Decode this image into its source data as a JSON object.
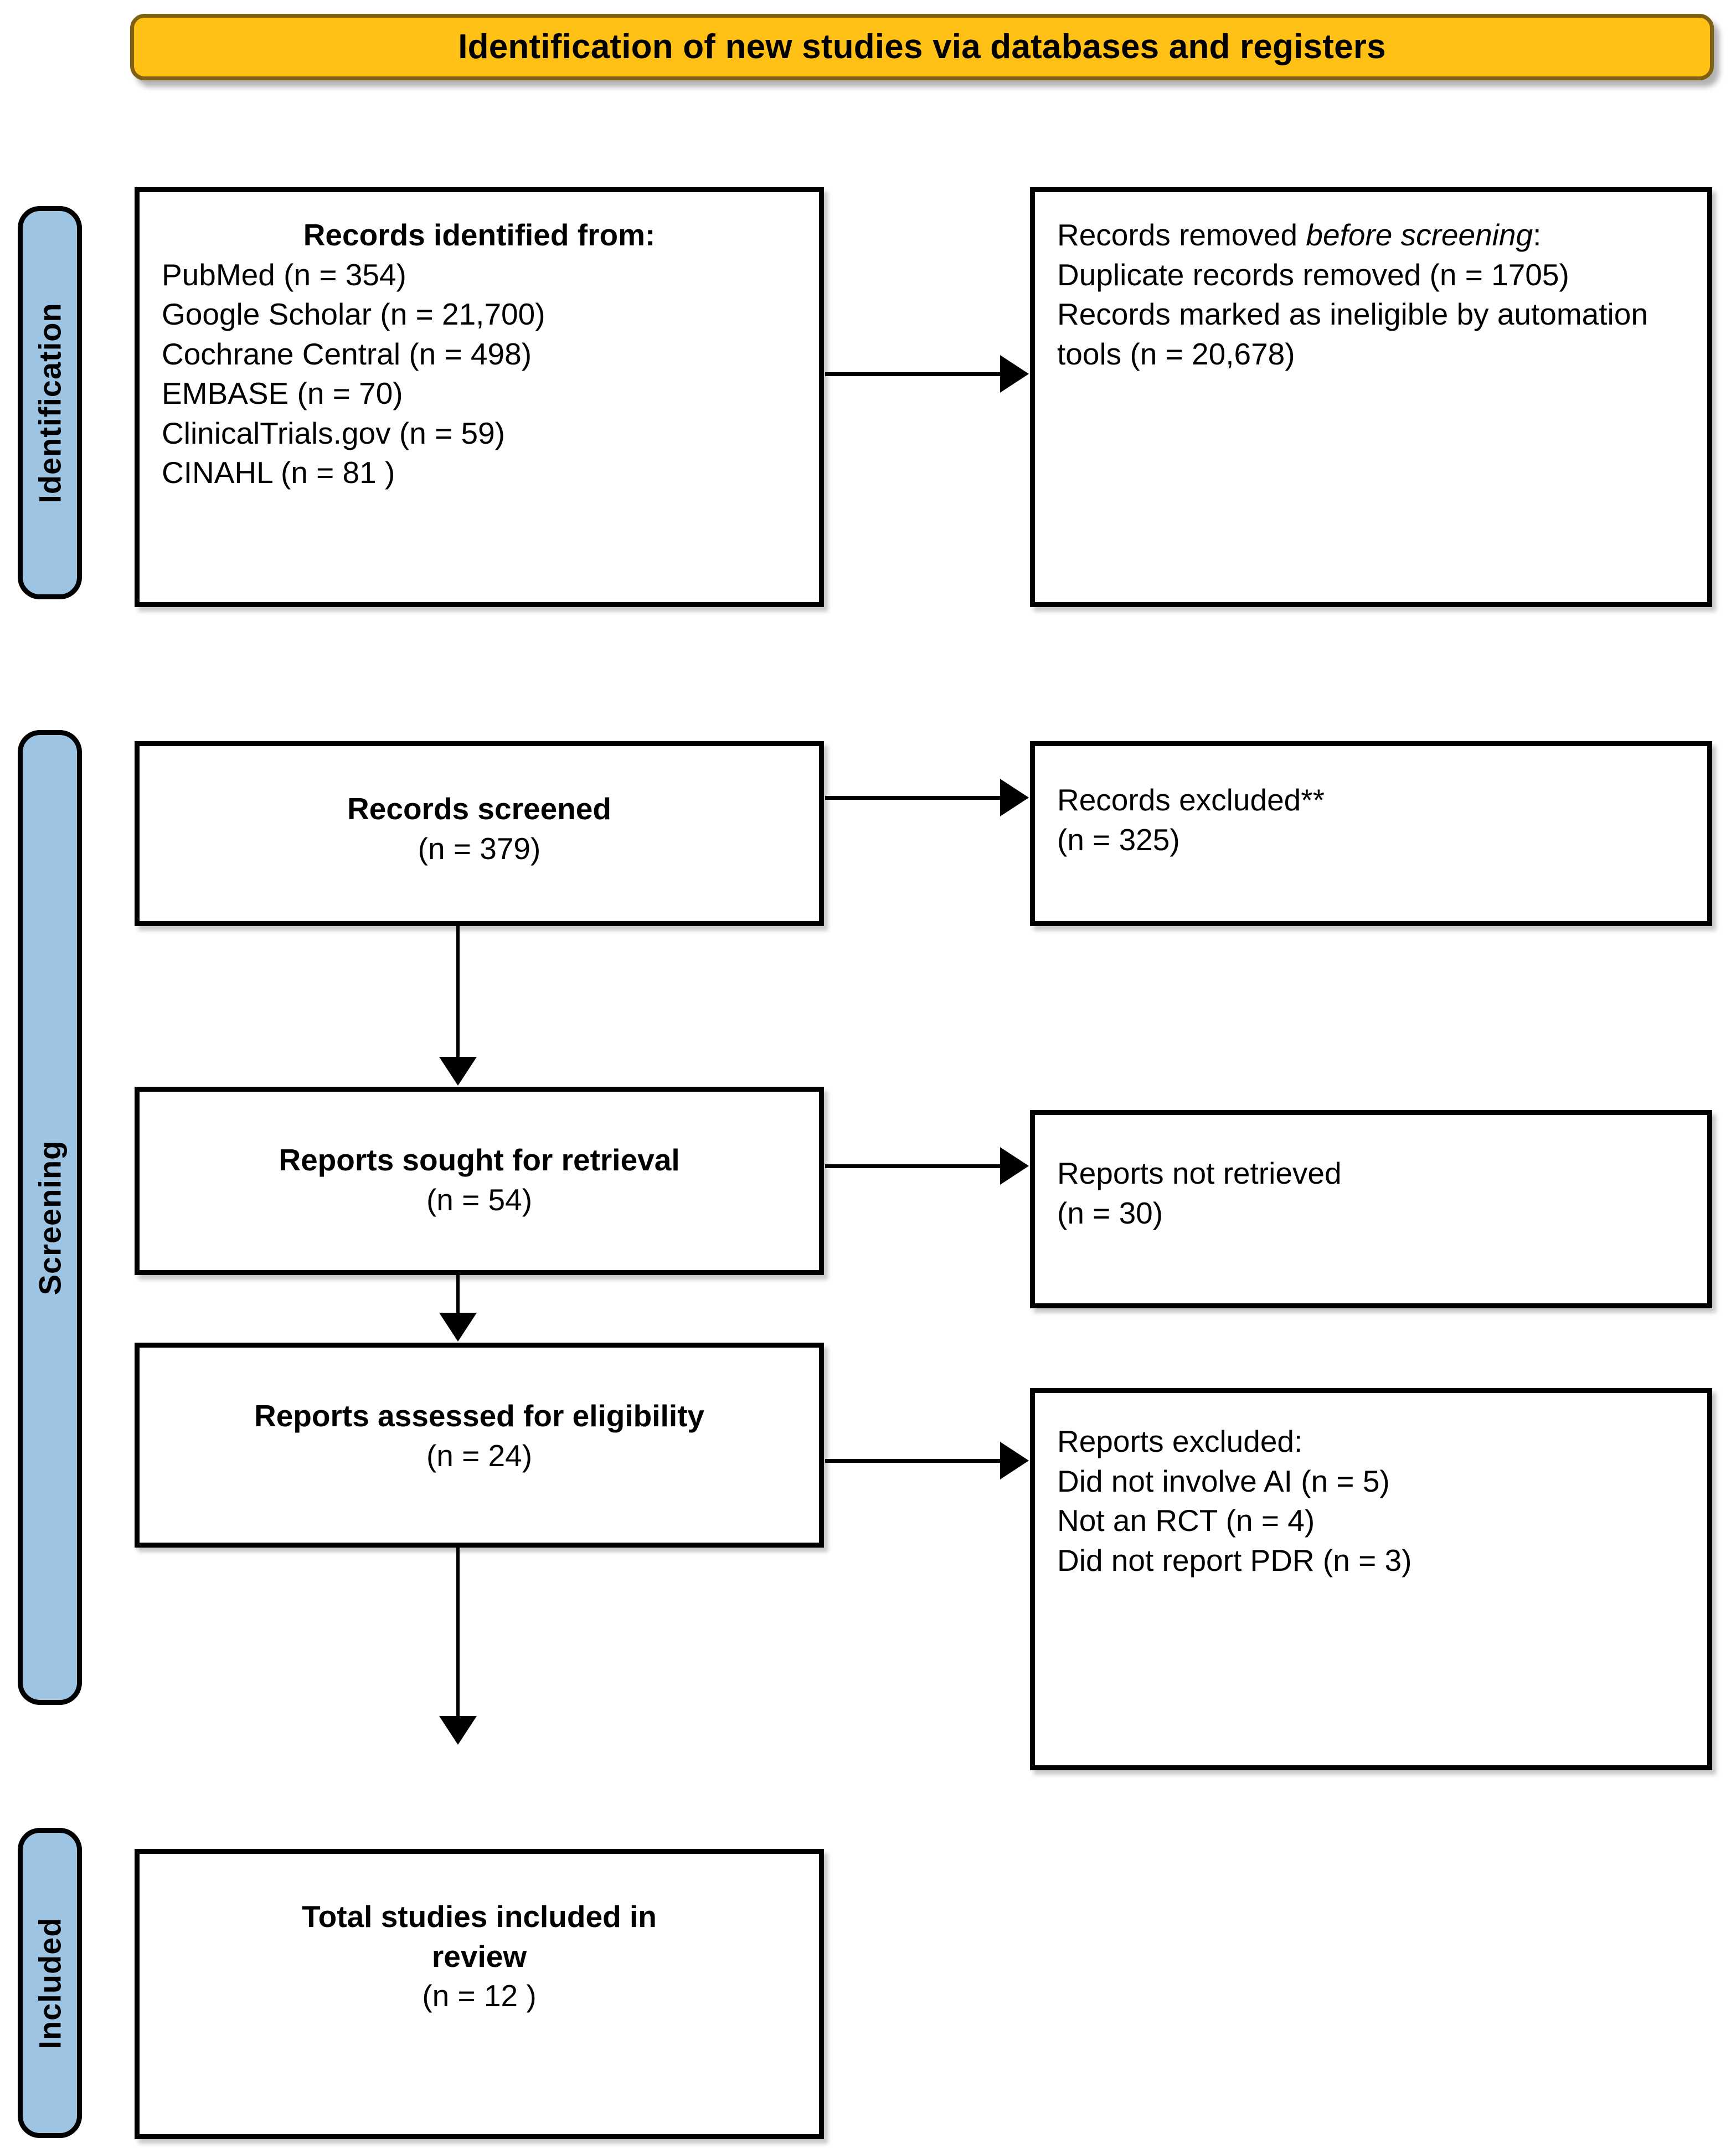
{
  "banner": {
    "title": "Identification of new studies via databases and registers"
  },
  "stages": [
    {
      "label": "Identification"
    },
    {
      "label": "Screening"
    },
    {
      "label": "Included"
    }
  ],
  "boxes": {
    "identified": {
      "heading": "Records identified from:",
      "sources": [
        "PubMed (n = 354)",
        "Google Scholar (n = 21,700)",
        "Cochrane Central (n = 498)",
        "EMBASE (n = 70)",
        "ClinicalTrials.gov (n = 59)",
        "CINAHL (n = 81 )"
      ]
    },
    "removed": {
      "heading_plain": "Records removed ",
      "heading_italic": "before screening",
      "heading_colon": ":",
      "lines": [
        "Duplicate records removed  (n = 1705)",
        "Records marked as ineligible by automation tools (n = 20,678)"
      ]
    },
    "screened": {
      "title": "Records screened",
      "count": "(n = 379)"
    },
    "excluded_records": {
      "title": "Records excluded**",
      "count": "(n = 325)"
    },
    "sought": {
      "title": "Reports sought for retrieval",
      "count": "(n = 54)"
    },
    "not_retrieved": {
      "title": "Reports not retrieved",
      "count": "(n = 30)"
    },
    "assessed": {
      "title": "Reports assessed for eligibility",
      "count": "(n = 24)"
    },
    "excluded_reports": {
      "heading": "Reports excluded:",
      "reasons": [
        "Did not involve AI (n = 5)",
        "Not an RCT (n = 4)",
        "Did not report PDR (n = 3)"
      ]
    },
    "included": {
      "title_line1": "Total studies included in",
      "title_line2": "review",
      "count": "(n = 12 )"
    }
  },
  "colors": {
    "banner_fill": "#FFC115",
    "banner_border": "#7F5F10",
    "stage_fill": "#9EC4E4",
    "box_border": "#000000",
    "box_fill": "#FFFFFF"
  }
}
